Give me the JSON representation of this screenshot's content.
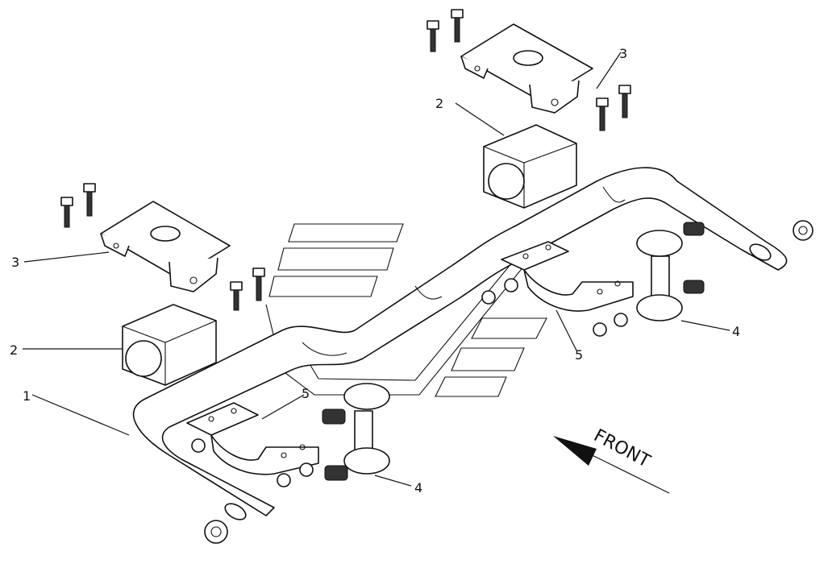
{
  "labels": {
    "part1": "1",
    "part2_left": "2",
    "part2_top": "2",
    "part3_left": "3",
    "part3_top": "3",
    "part4_left": "4",
    "part4_right": "4",
    "part5_left": "5",
    "part5_right": "5"
  },
  "direction": {
    "text": "FRONT"
  },
  "icons": {
    "logo": "chevron-logo-icon",
    "arrow": "front-arrow-icon"
  },
  "colors": {
    "line": "#111111",
    "background": "#ffffff"
  }
}
